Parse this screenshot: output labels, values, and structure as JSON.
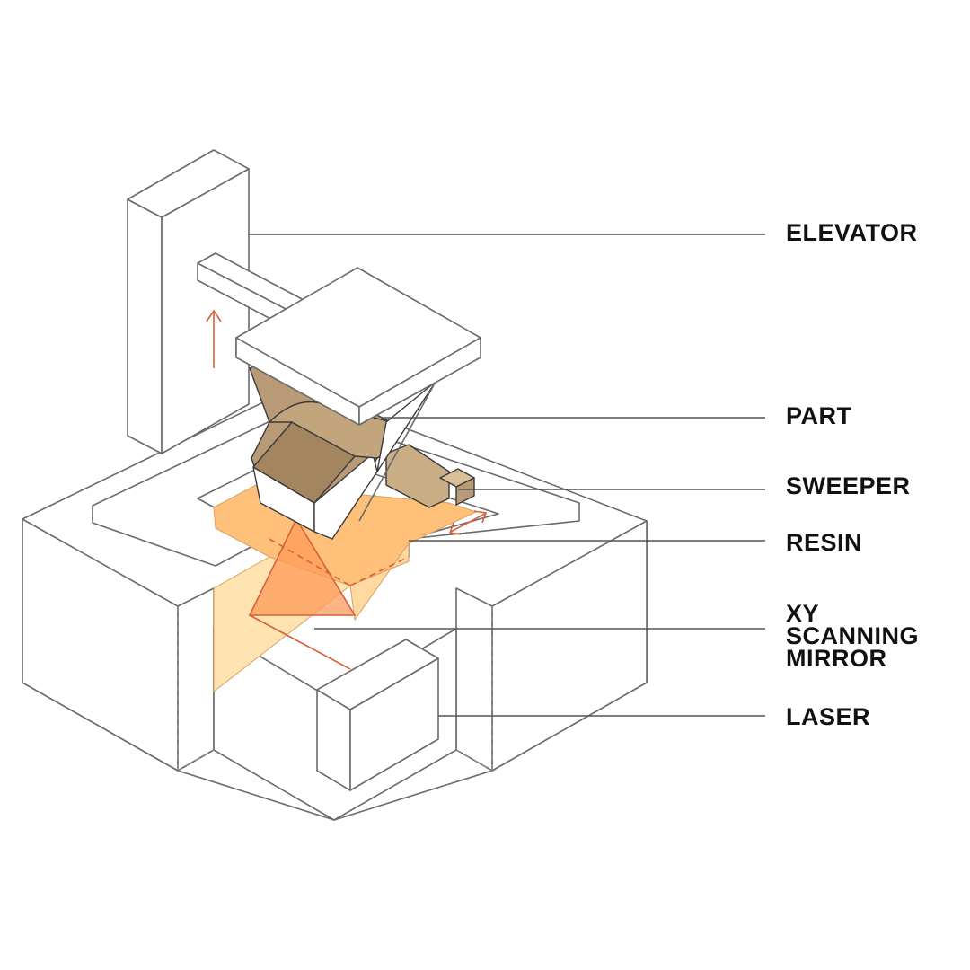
{
  "labels": {
    "elevator": "ELEVATOR",
    "part": "PART",
    "sweeper": "SWEEPER",
    "resin": "RESIN",
    "mirror": "XY\nSCANNING\nMIRROR",
    "laser": "LASER"
  },
  "colors": {
    "line": "#6a6a6a",
    "laser_beam": "#d9603b",
    "part_fill": "#b89b76",
    "resin_fill": "#ffc07a",
    "resin_light": "#ffe3b0",
    "label_text": "#111111"
  },
  "icons": {
    "up_arrow": "up-arrow-icon",
    "double_arrow": "double-arrow-icon"
  }
}
